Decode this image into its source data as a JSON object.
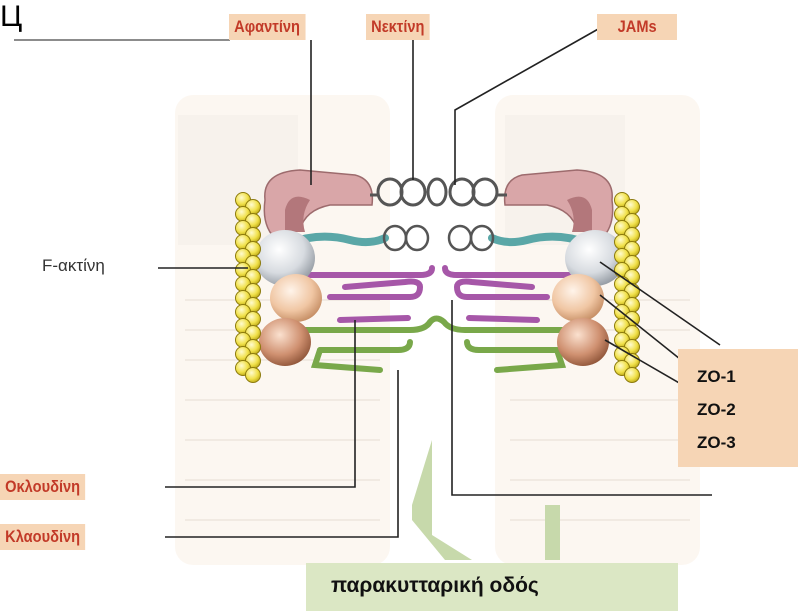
{
  "labels": {
    "afadin": "Αφαντίνη",
    "nectin": "Νεκτίνη",
    "jams": "JAMs",
    "f_actin": "F-ακτίνη",
    "occludin": "Οκλουδίνη",
    "claudin": "Κλαουδίνη"
  },
  "zo_proteins": [
    "ZO-1",
    "ZO-2",
    "ZO-3"
  ],
  "pathway_label": "παρακυτταρική οδός",
  "corner_mark": "Ц",
  "colors": {
    "label_bg": "#f6d5b5",
    "label_text": "#c23a28",
    "pathway_bg": "#dbe7c4",
    "afadin_fill": "#d9a6a8",
    "nectin_line": "#555555",
    "jam_fill": "#5aa7a7",
    "occludin_fill": "#a657a8",
    "claudin_fill": "#79a84a",
    "actin_fill": "#f1e14a",
    "zo1_fill": "#d7dbe0",
    "zo2_fill": "#f0c6a3",
    "zo3_fill": "#c98b6a"
  }
}
